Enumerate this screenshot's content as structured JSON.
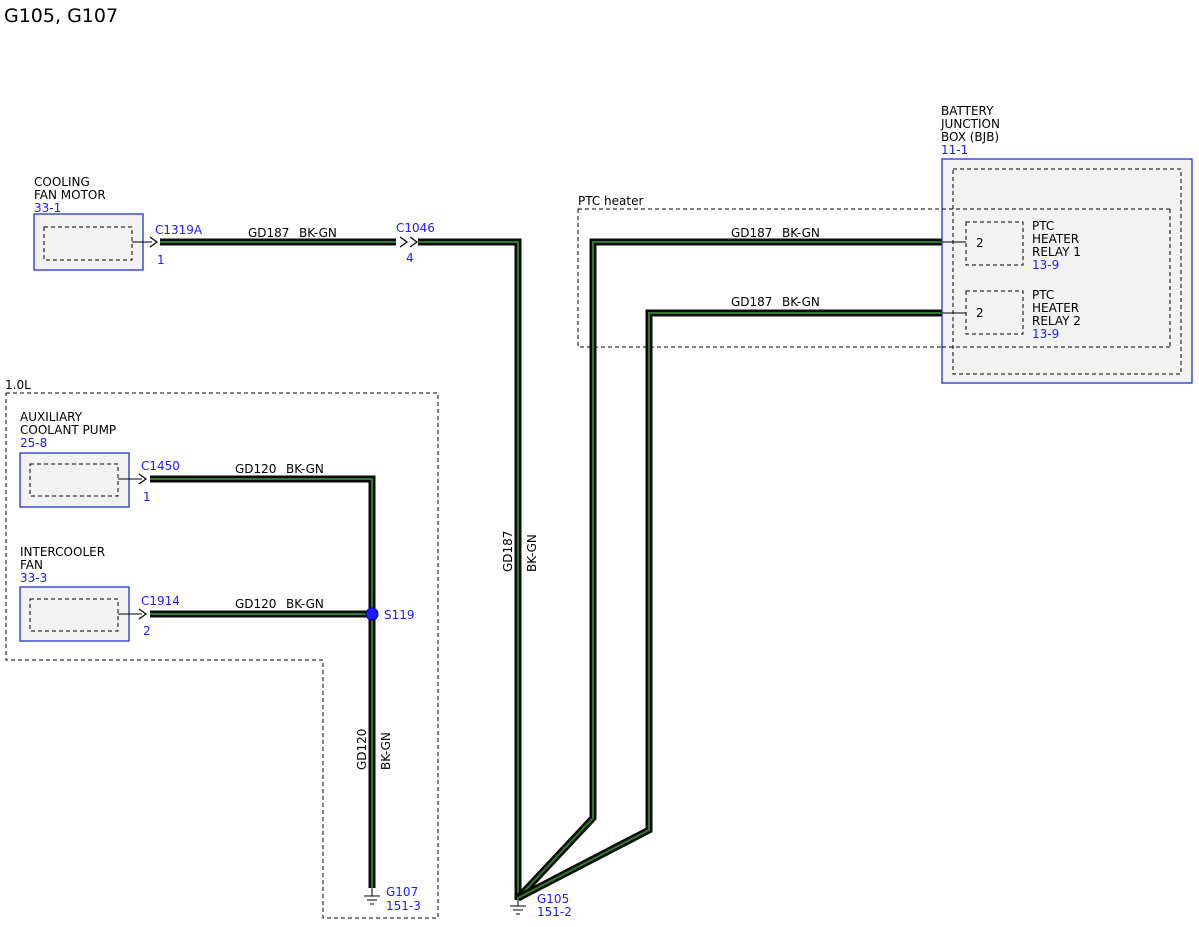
{
  "title": "G105, G107",
  "components": {
    "cooling_fan_motor": {
      "name_line1": "COOLING",
      "name_line2": "FAN MOTOR",
      "ref": "33-1"
    },
    "auxiliary_coolant_pump": {
      "name_line1": "AUXILIARY",
      "name_line2": "COOLANT PUMP",
      "ref": "25-8"
    },
    "intercooler_fan": {
      "name_line1": "INTERCOOLER",
      "name_line2": "FAN",
      "ref": "33-3"
    },
    "battery_junction_box": {
      "name_line1": "BATTERY",
      "name_line2": "JUNCTION",
      "name_line3": "BOX (BJB)",
      "ref": "11-1"
    },
    "ptc_heater_relay_1": {
      "name_line1": "PTC",
      "name_line2": "HEATER",
      "name_line3": "RELAY 1",
      "ref": "13-9",
      "pin": "2"
    },
    "ptc_heater_relay_2": {
      "name_line1": "PTC",
      "name_line2": "HEATER",
      "name_line3": "RELAY 2",
      "ref": "13-9",
      "pin": "2"
    }
  },
  "connectors": {
    "c1319a": {
      "id": "C1319A",
      "pin": "1"
    },
    "c1046": {
      "id": "C1046",
      "pin": "4"
    },
    "c1450": {
      "id": "C1450",
      "pin": "1"
    },
    "c1914": {
      "id": "C1914",
      "pin": "2"
    }
  },
  "splice": {
    "id": "S119"
  },
  "grounds": {
    "g107": {
      "id": "G107",
      "ref": "151-3"
    },
    "g105": {
      "id": "G105",
      "ref": "151-2"
    }
  },
  "regions": {
    "engine_1_0l": "1.0L",
    "ptc_heater": "PTC heater"
  },
  "wires": {
    "gd187": {
      "circuit": "GD187",
      "color": "BK-GN"
    },
    "gd120": {
      "circuit": "GD120",
      "color": "BK-GN"
    }
  },
  "colors": {
    "wire_core": "#2f7a2f",
    "wire_sheath": "#0a0a0a",
    "link": "#1a1aff",
    "splice": "#1a1aff"
  }
}
